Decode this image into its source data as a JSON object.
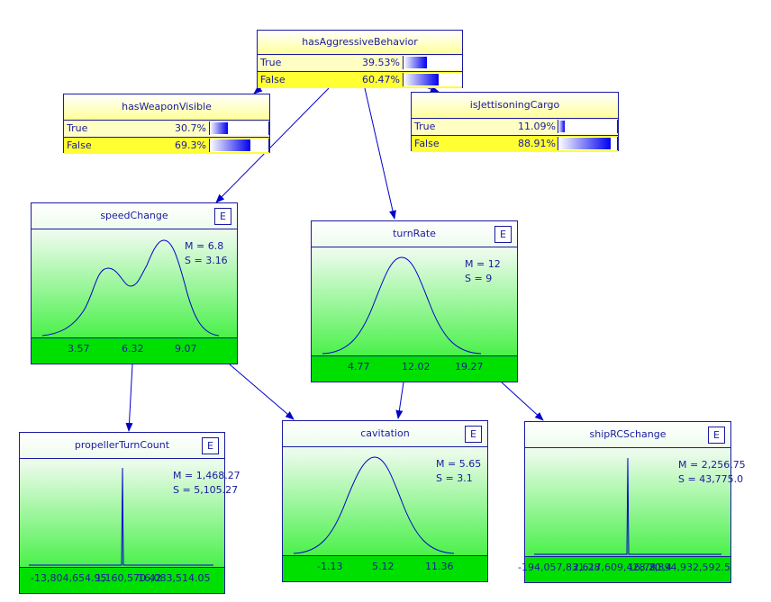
{
  "colors": {
    "edge": "#0000cc",
    "curve": "#0000cc"
  },
  "nodes": {
    "hasAggressiveBehavior": {
      "title": "hasAggressiveBehavior",
      "states": [
        {
          "label": "True",
          "pct": "39.53%",
          "value": 0.3953
        },
        {
          "label": "False",
          "pct": "60.47%",
          "value": 0.6047
        }
      ]
    },
    "hasWeaponVisible": {
      "title": "hasWeaponVisible",
      "states": [
        {
          "label": "True",
          "pct": "30.7%",
          "value": 0.307
        },
        {
          "label": "False",
          "pct": "69.3%",
          "value": 0.693
        }
      ]
    },
    "isJettisoningCargo": {
      "title": "isJettisoningCargo",
      "states": [
        {
          "label": "True",
          "pct": "11.09%",
          "value": 0.1109
        },
        {
          "label": "False",
          "pct": "88.91%",
          "value": 0.8891
        }
      ]
    },
    "speedChange": {
      "title": "speedChange",
      "e": "E",
      "mean": "M = 6.8",
      "sd": "S = 3.16",
      "ticks": [
        "3.57",
        "6.32",
        "9.07"
      ]
    },
    "turnRate": {
      "title": "turnRate",
      "e": "E",
      "mean": "M = 12",
      "sd": "S = 9",
      "ticks": [
        "4.77",
        "12.02",
        "19.27"
      ]
    },
    "propellerTurnCount": {
      "title": "propellerTurnCount",
      "e": "E",
      "mean": "M = 1,468.27",
      "sd": "S = 5,105.27",
      "ticks": [
        "-13,804,654.95",
        "1,160,570.42",
        "16,083,514.05"
      ]
    },
    "cavitation": {
      "title": "cavitation",
      "e": "E",
      "mean": "M = 5.65",
      "sd": "S = 3.1",
      "ticks": [
        "-1.13",
        "5.12",
        "11.36"
      ]
    },
    "shipRCSchange": {
      "title": "shipRCSchange",
      "e": "E",
      "mean": "M = 2,256.75",
      "sd": "S = 43,775.0",
      "ticks": [
        "-194,057,831.28",
        "2,617,609,428.20",
        "3,394,932,592.5",
        "16,781,4"
      ]
    }
  }
}
